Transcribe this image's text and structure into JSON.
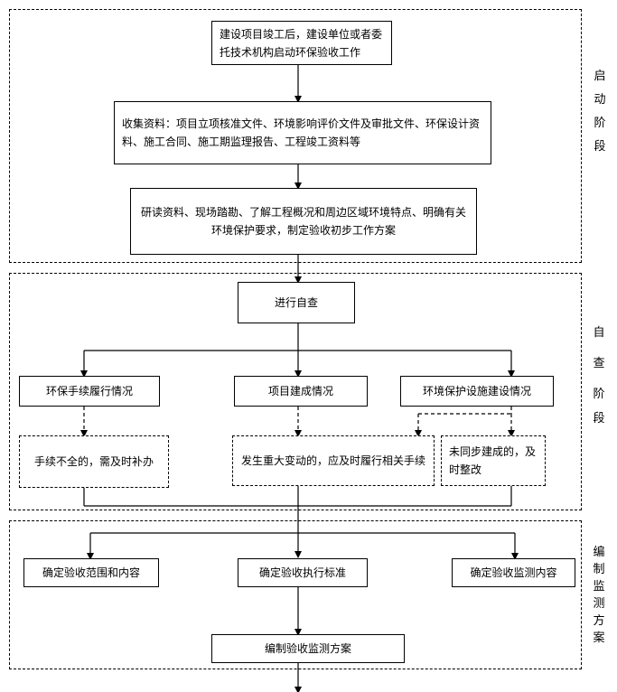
{
  "sections": {
    "startup": "启动阶段",
    "selfcheck": [
      "自",
      "查",
      "阶",
      "段"
    ],
    "plan": [
      "编",
      "制",
      "监",
      "测",
      "方",
      "案"
    ]
  },
  "nodes": {
    "start": "建设项目竣工后，建设单位或者委托技术机构启动环保验收工作",
    "collect": "收集资料：项目立项核准文件、环境影响评价文件及审批文件、环保设计资料、施工合同、施工期监理报告、工程竣工资料等",
    "study": "研读资料、现场踏勘、了解工程概况和周边区域环境特点、明确有关环境保护要求，制定验收初步工作方案",
    "selfcheck": "进行自查",
    "procedure": "环保手续履行情况",
    "construction": "项目建成情况",
    "facility": "环境保护设施建设情况",
    "procedure_note": "手续不全的，需及时补办",
    "change_note": "发生重大变动的，应及时履行相关手续",
    "facility_note": "未同步建成的，及时整改",
    "scope": "确定验收范围和内容",
    "standard": "确定验收执行标准",
    "monitor": "确定验收监测内容",
    "plan": "编制验收监测方案"
  },
  "colors": {
    "line": "#000000",
    "background": "#ffffff"
  }
}
